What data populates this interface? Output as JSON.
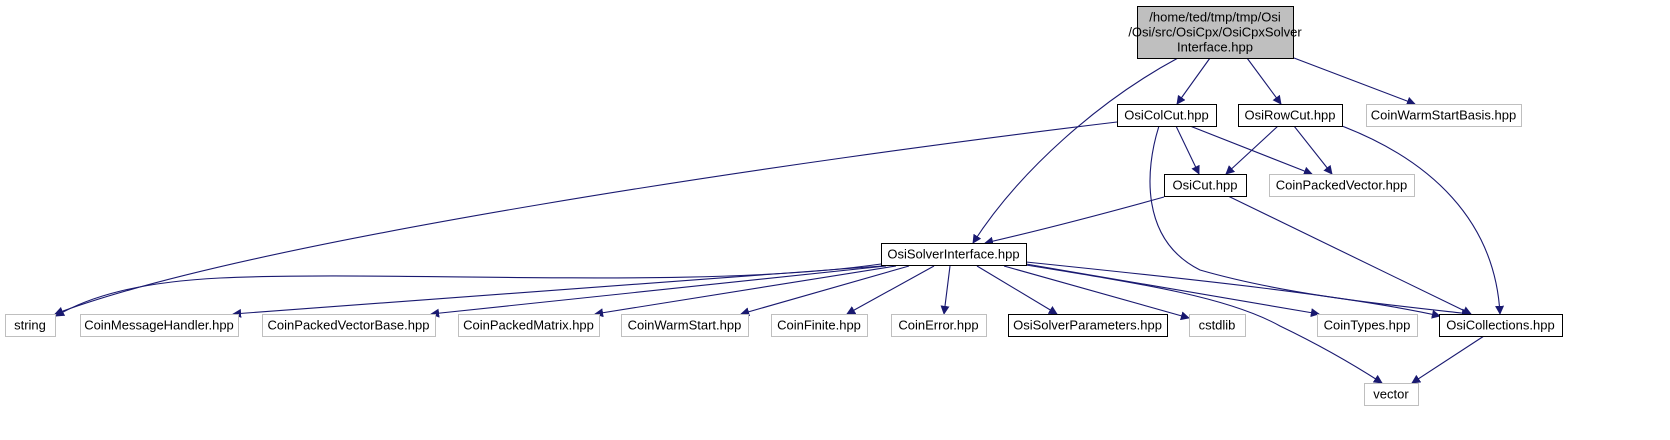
{
  "colors": {
    "edge": "#191970",
    "root_fill": "#bfbfbf",
    "documented_border": "#000000",
    "external_border": "#bfbfbf",
    "background": "#ffffff"
  },
  "graph": {
    "nodes": [
      {
        "id": "root",
        "lines": [
          "/home/ted/tmp/tmp/Osi",
          "/Osi/src/OsiCpx/OsiCpxSolver",
          "Interface.hpp"
        ],
        "style": "root"
      },
      {
        "id": "osicolcut",
        "lines": [
          "OsiColCut.hpp"
        ],
        "style": "documented"
      },
      {
        "id": "osirowcut",
        "lines": [
          "OsiRowCut.hpp"
        ],
        "style": "documented"
      },
      {
        "id": "coinwarmstartbasis",
        "lines": [
          "CoinWarmStartBasis.hpp"
        ],
        "style": "external"
      },
      {
        "id": "osicut",
        "lines": [
          "OsiCut.hpp"
        ],
        "style": "documented"
      },
      {
        "id": "coinpackedvector",
        "lines": [
          "CoinPackedVector.hpp"
        ],
        "style": "external"
      },
      {
        "id": "osisolverinterface",
        "lines": [
          "OsiSolverInterface.hpp"
        ],
        "style": "documented"
      },
      {
        "id": "string",
        "lines": [
          "string"
        ],
        "style": "external"
      },
      {
        "id": "coinmessagehandler",
        "lines": [
          "CoinMessageHandler.hpp"
        ],
        "style": "external"
      },
      {
        "id": "coinpackedvectorbase",
        "lines": [
          "CoinPackedVectorBase.hpp"
        ],
        "style": "external"
      },
      {
        "id": "coinpackedmatrix",
        "lines": [
          "CoinPackedMatrix.hpp"
        ],
        "style": "external"
      },
      {
        "id": "coinwarmstart",
        "lines": [
          "CoinWarmStart.hpp"
        ],
        "style": "external"
      },
      {
        "id": "coinfinite",
        "lines": [
          "CoinFinite.hpp"
        ],
        "style": "external"
      },
      {
        "id": "coinerror",
        "lines": [
          "CoinError.hpp"
        ],
        "style": "external"
      },
      {
        "id": "osisolverparameters",
        "lines": [
          "OsiSolverParameters.hpp"
        ],
        "style": "documented"
      },
      {
        "id": "cstdlib",
        "lines": [
          "cstdlib"
        ],
        "style": "external"
      },
      {
        "id": "cointypes",
        "lines": [
          "CoinTypes.hpp"
        ],
        "style": "external"
      },
      {
        "id": "osicollections",
        "lines": [
          "OsiCollections.hpp"
        ],
        "style": "documented"
      },
      {
        "id": "vector",
        "lines": [
          "vector"
        ],
        "style": "external"
      }
    ],
    "edges": [
      {
        "from": "root",
        "to": "osisolverinterface"
      },
      {
        "from": "root",
        "to": "osicolcut"
      },
      {
        "from": "root",
        "to": "osirowcut"
      },
      {
        "from": "root",
        "to": "coinwarmstartbasis"
      },
      {
        "from": "osicolcut",
        "to": "string"
      },
      {
        "from": "osicolcut",
        "to": "osicut"
      },
      {
        "from": "osicolcut",
        "to": "coinpackedvector"
      },
      {
        "from": "osicolcut",
        "to": "osicollections"
      },
      {
        "from": "osirowcut",
        "to": "osicut"
      },
      {
        "from": "osirowcut",
        "to": "coinpackedvector"
      },
      {
        "from": "osirowcut",
        "to": "osicollections"
      },
      {
        "from": "osicut",
        "to": "osisolverinterface"
      },
      {
        "from": "osicut",
        "to": "osicollections"
      },
      {
        "from": "osisolverinterface",
        "to": "string"
      },
      {
        "from": "osisolverinterface",
        "to": "coinmessagehandler"
      },
      {
        "from": "osisolverinterface",
        "to": "coinpackedvectorbase"
      },
      {
        "from": "osisolverinterface",
        "to": "coinpackedmatrix"
      },
      {
        "from": "osisolverinterface",
        "to": "coinwarmstart"
      },
      {
        "from": "osisolverinterface",
        "to": "coinfinite"
      },
      {
        "from": "osisolverinterface",
        "to": "coinerror"
      },
      {
        "from": "osisolverinterface",
        "to": "osisolverparameters"
      },
      {
        "from": "osisolverinterface",
        "to": "cstdlib"
      },
      {
        "from": "osisolverinterface",
        "to": "cointypes"
      },
      {
        "from": "osisolverinterface",
        "to": "osicollections"
      },
      {
        "from": "osisolverinterface",
        "to": "vector"
      },
      {
        "from": "osicollections",
        "to": "vector"
      }
    ]
  }
}
